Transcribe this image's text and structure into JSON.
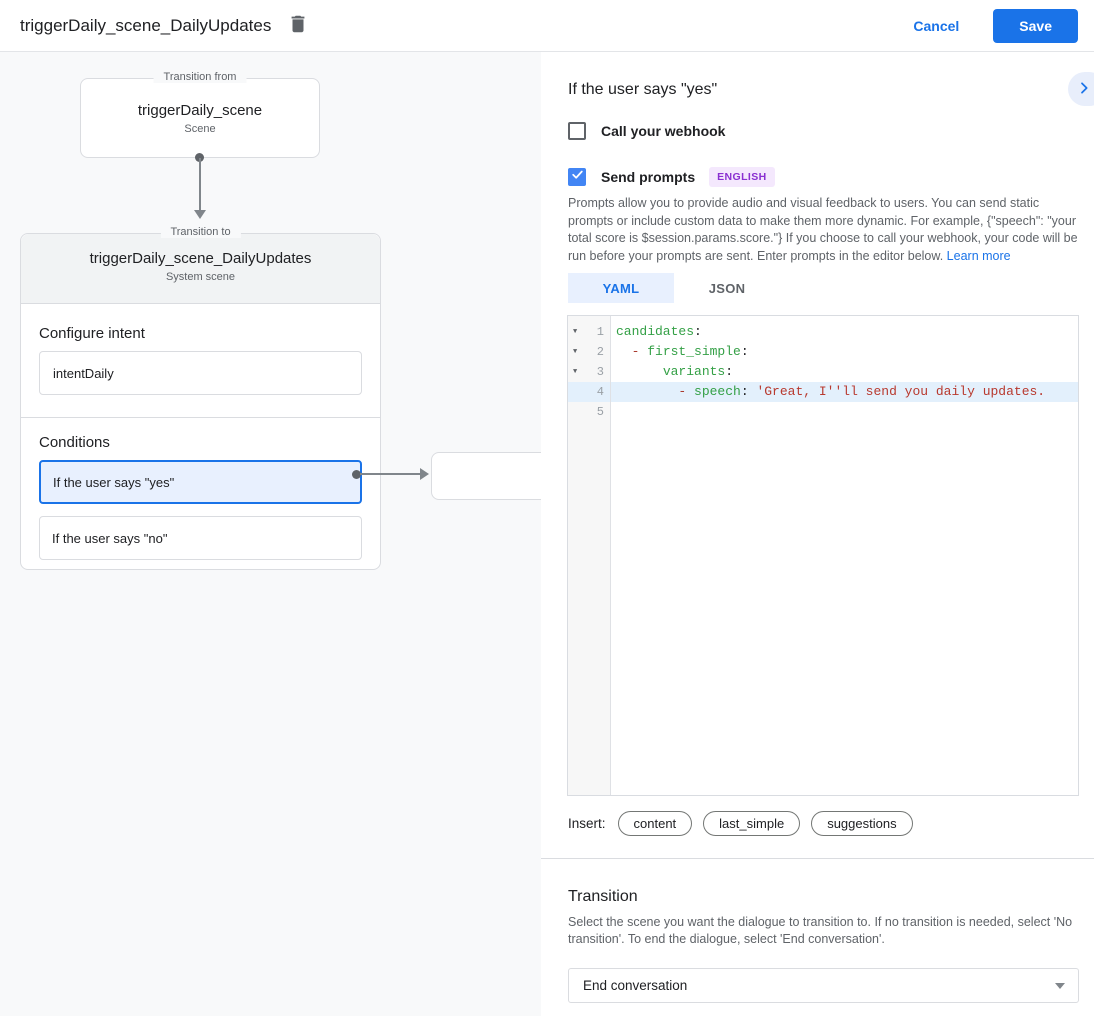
{
  "colors": {
    "accent": "#1a73e8",
    "selected_bg": "#e8f0fe",
    "badge_text": "#8a30d1",
    "badge_bg": "#f4e8fd",
    "key_green": "#34a046",
    "string_red": "#b8392e"
  },
  "header": {
    "title": "triggerDaily_scene_DailyUpdates",
    "cancel_label": "Cancel",
    "save_label": "Save"
  },
  "flow": {
    "from_box": {
      "legend": "Transition from",
      "title": "triggerDaily_scene",
      "subtitle": "Scene"
    },
    "to_box": {
      "legend": "Transition to",
      "title": "triggerDaily_scene_DailyUpdates",
      "subtitle": "System scene",
      "configure_intent_label": "Configure intent",
      "intent_value": "intentDaily",
      "conditions_label": "Conditions",
      "conditions": [
        {
          "label": "If the user says \"yes\"",
          "selected": true
        },
        {
          "label": "If the user says \"no\"",
          "selected": false
        }
      ]
    }
  },
  "detail": {
    "title": "If the user says \"yes\"",
    "webhook": {
      "label": "Call your webhook",
      "checked": false
    },
    "send_prompts": {
      "label": "Send prompts",
      "checked": true,
      "language_badge": "ENGLISH"
    },
    "description": "Prompts allow you to provide audio and visual feedback to users. You can send static prompts or include custom data to make them more dynamic. For example, {\"speech\": \"your total score is $session.params.score.\"} If you choose to call your webhook, your code will be run before your prompts are sent. Enter prompts in the editor below. ",
    "learn_more_label": "Learn more",
    "tabs": [
      {
        "label": "YAML",
        "active": true
      },
      {
        "label": "JSON",
        "active": false
      }
    ],
    "editor": {
      "lines": [
        {
          "number": "1",
          "fold": "▼",
          "indent": "",
          "dash": "",
          "key": "candidates",
          "colon": ":",
          "string": "",
          "active": false
        },
        {
          "number": "2",
          "fold": "▼",
          "indent": "  ",
          "dash": "- ",
          "key": "first_simple",
          "colon": ":",
          "string": "",
          "active": false
        },
        {
          "number": "3",
          "fold": "▼",
          "indent": "      ",
          "dash": "",
          "key": "variants",
          "colon": ":",
          "string": "",
          "active": false
        },
        {
          "number": "4",
          "fold": "",
          "indent": "        ",
          "dash": "- ",
          "key": "speech",
          "colon": ": ",
          "string": "'Great, I''ll send you daily updates.",
          "active": true
        },
        {
          "number": "5",
          "fold": "",
          "indent": "",
          "dash": "",
          "key": "",
          "colon": "",
          "string": "",
          "active": false
        }
      ]
    },
    "insert": {
      "label": "Insert:",
      "chips": [
        "content",
        "last_simple",
        "suggestions"
      ]
    },
    "transition": {
      "heading": "Transition",
      "description": "Select the scene you want the dialogue to transition to. If no transition is needed, select 'No transition'. To end the dialogue, select 'End conversation'.",
      "selected_value": "End conversation"
    }
  }
}
